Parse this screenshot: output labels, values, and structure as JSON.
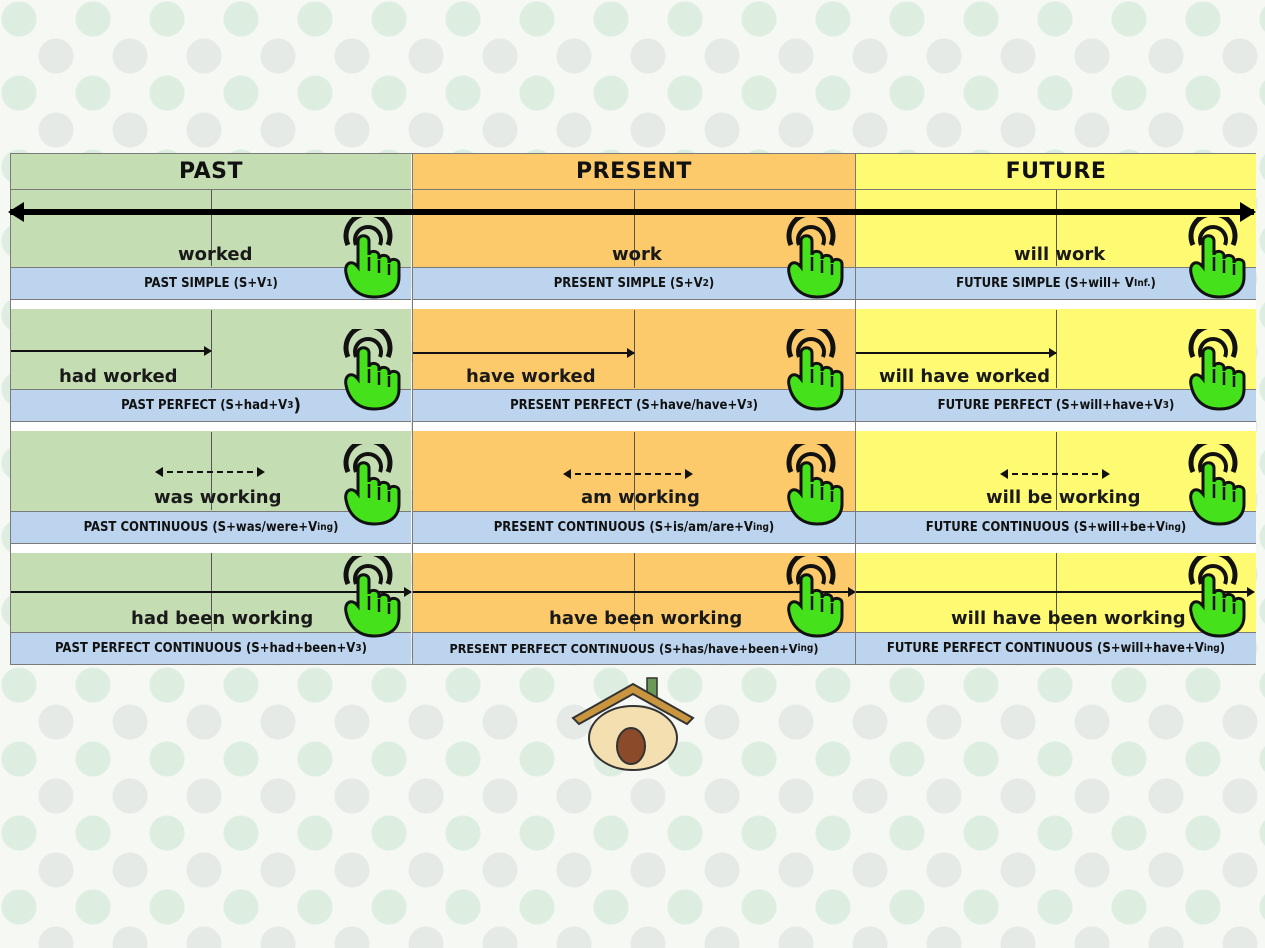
{
  "headers": {
    "past": "PAST",
    "present": "PRESENT",
    "future": "FUTURE"
  },
  "rows": [
    {
      "past": {
        "verb": "worked",
        "label": "PAST SIMPLE (S+V",
        "sub": "1",
        "tail": ")"
      },
      "present": {
        "verb": "work",
        "label": "PRESENT SIMPLE (S+V",
        "sub": "2",
        "tail": ")"
      },
      "future": {
        "verb": "will work",
        "label": "FUTURE SIMPLE (S+will+ V",
        "sub": "Inf.",
        "tail": ")"
      }
    },
    {
      "past": {
        "verb": "had worked",
        "label": "PAST PERFECT (S+had+V",
        "sub": "3",
        "tail": ")"
      },
      "present": {
        "verb": "have worked",
        "label": "PRESENT PERFECT (S+have/have+V",
        "sub": "3",
        "tail": ")"
      },
      "future": {
        "verb": "will have worked",
        "label": "FUTURE PERFECT (S+will+have+V",
        "sub": "3",
        "tail": ")"
      }
    },
    {
      "past": {
        "verb": "was working",
        "label": "PAST CONTINUOUS (S+was/were+V",
        "sub": "ing",
        "tail": ")"
      },
      "present": {
        "verb": "am working",
        "label": "PRESENT CONTINUOUS (S+is/am/are+V",
        "sub": "ing",
        "tail": ")"
      },
      "future": {
        "verb": "will be working",
        "label": "FUTURE CONTINUOUS (S+will+be+V",
        "sub": "ing",
        "tail": ")"
      }
    },
    {
      "past": {
        "verb": "had been working",
        "label": "PAST PERFECT CONTINUOUS (S+had+been+V",
        "sub": "3",
        "tail": ")"
      },
      "present": {
        "verb": "have been working",
        "label": "PRESENT PERFECT CONTINUOUS (S+has/have+been+V",
        "sub": "ing",
        "tail": ")"
      },
      "future": {
        "verb": "will have been working",
        "label": "FUTURE PERFECT CONTINUOUS (S+will+have+V",
        "sub": "ing",
        "tail": ")"
      }
    }
  ],
  "icons": {
    "hand": "tap-hand-icon",
    "home": "home-icon"
  },
  "colors": {
    "past": "#c4ddb2",
    "present": "#fcca6a",
    "future": "#fefb72",
    "label_band": "#bcd4ee",
    "hand_green": "#45e21c"
  }
}
